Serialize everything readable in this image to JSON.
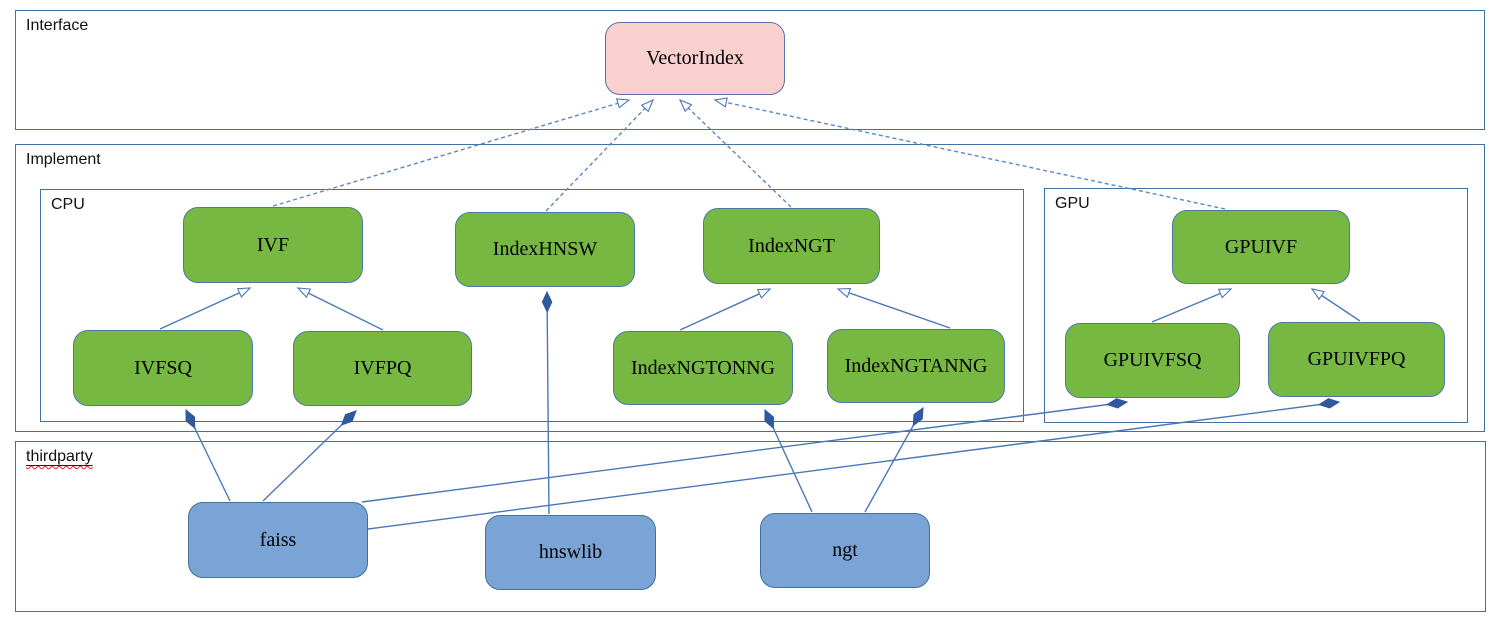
{
  "diagram": {
    "containers": {
      "interface": {
        "label": "Interface"
      },
      "implement": {
        "label": "Implement"
      },
      "cpu": {
        "label": "CPU"
      },
      "gpu": {
        "label": "GPU"
      },
      "thirdparty": {
        "label": "thirdparty"
      }
    },
    "nodes": {
      "vectorindex": {
        "label": "VectorIndex",
        "kind": "interface"
      },
      "ivf": {
        "label": "IVF",
        "kind": "cpu-class"
      },
      "indexhnsw": {
        "label": "IndexHNSW",
        "kind": "cpu-class"
      },
      "indexngt": {
        "label": "IndexNGT",
        "kind": "cpu-class"
      },
      "ivfsq": {
        "label": "IVFSQ",
        "kind": "cpu-class"
      },
      "ivfpq": {
        "label": "IVFPQ",
        "kind": "cpu-class"
      },
      "indexngtonng": {
        "label": "IndexNGTONNG",
        "kind": "cpu-class"
      },
      "indexngtanng": {
        "label": "IndexNGTANNG",
        "kind": "cpu-class"
      },
      "gpuivf": {
        "label": "GPUIVF",
        "kind": "gpu-class"
      },
      "gpuivfsq": {
        "label": "GPUIVFSQ",
        "kind": "gpu-class"
      },
      "gpuivfpq": {
        "label": "GPUIVFPQ",
        "kind": "gpu-class"
      },
      "faiss": {
        "label": "faiss",
        "kind": "thirdparty-lib"
      },
      "hnswlib": {
        "label": "hnswlib",
        "kind": "thirdparty-lib"
      },
      "ngt": {
        "label": "ngt",
        "kind": "thirdparty-lib"
      }
    },
    "relations": [
      {
        "from": "IVF",
        "to": "VectorIndex",
        "type": "realization-dashed-open-arrow"
      },
      {
        "from": "IndexHNSW",
        "to": "VectorIndex",
        "type": "realization-dashed-open-arrow"
      },
      {
        "from": "IndexNGT",
        "to": "VectorIndex",
        "type": "realization-dashed-open-arrow"
      },
      {
        "from": "GPUIVF",
        "to": "VectorIndex",
        "type": "realization-dashed-open-arrow"
      },
      {
        "from": "IVFSQ",
        "to": "IVF",
        "type": "generalization-open-arrow"
      },
      {
        "from": "IVFPQ",
        "to": "IVF",
        "type": "generalization-open-arrow"
      },
      {
        "from": "IndexNGTONNG",
        "to": "IndexNGT",
        "type": "generalization-open-arrow"
      },
      {
        "from": "IndexNGTANNG",
        "to": "IndexNGT",
        "type": "generalization-open-arrow"
      },
      {
        "from": "GPUIVFSQ",
        "to": "GPUIVF",
        "type": "generalization-open-arrow"
      },
      {
        "from": "GPUIVFPQ",
        "to": "GPUIVF",
        "type": "generalization-open-arrow"
      },
      {
        "from": "faiss",
        "to": "IVFSQ",
        "type": "composition-diamond"
      },
      {
        "from": "faiss",
        "to": "IVFPQ",
        "type": "composition-diamond"
      },
      {
        "from": "faiss",
        "to": "GPUIVFSQ",
        "type": "composition-diamond"
      },
      {
        "from": "faiss",
        "to": "GPUIVFPQ",
        "type": "composition-diamond"
      },
      {
        "from": "hnswlib",
        "to": "IndexHNSW",
        "type": "composition-diamond"
      },
      {
        "from": "ngt",
        "to": "IndexNGTONNG",
        "type": "composition-diamond"
      },
      {
        "from": "ngt",
        "to": "IndexNGTANNG",
        "type": "composition-diamond"
      }
    ],
    "colors": {
      "container_border": "#41719c",
      "class_fill_green": "#77b843",
      "lib_fill_blue": "#7aa4d6",
      "interface_fill_pink": "#f8d0cd",
      "connector_blue": "#4a77b8",
      "diamond_fill": "#31589e",
      "spellcheck_red": "#e0251b"
    }
  }
}
